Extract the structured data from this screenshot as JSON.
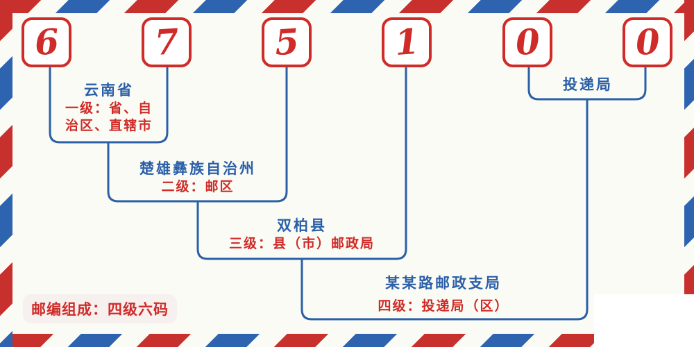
{
  "postal_code": {
    "digits": [
      "6",
      "7",
      "5",
      "1",
      "0",
      "0"
    ]
  },
  "levels": [
    {
      "region": "云南省",
      "desc_line1": "一级：省、自",
      "desc_line2": "治区、直辖市"
    },
    {
      "region": "楚雄彝族自治州",
      "desc_line1": "二级：邮区"
    },
    {
      "region": "双柏县",
      "desc_line1": "三级：县（市）邮政局"
    },
    {
      "region": "某某路邮政支局",
      "desc_line1": "四级：投递局（区）"
    },
    {
      "region": "投递局"
    }
  ],
  "badge": {
    "label": "邮编组成：四级六码"
  },
  "colors": {
    "red": "#cf2b28",
    "blue": "#2b5fa8",
    "stripe_red": "#c8302e",
    "stripe_blue": "#2d63af",
    "background": "#fafbf4"
  }
}
